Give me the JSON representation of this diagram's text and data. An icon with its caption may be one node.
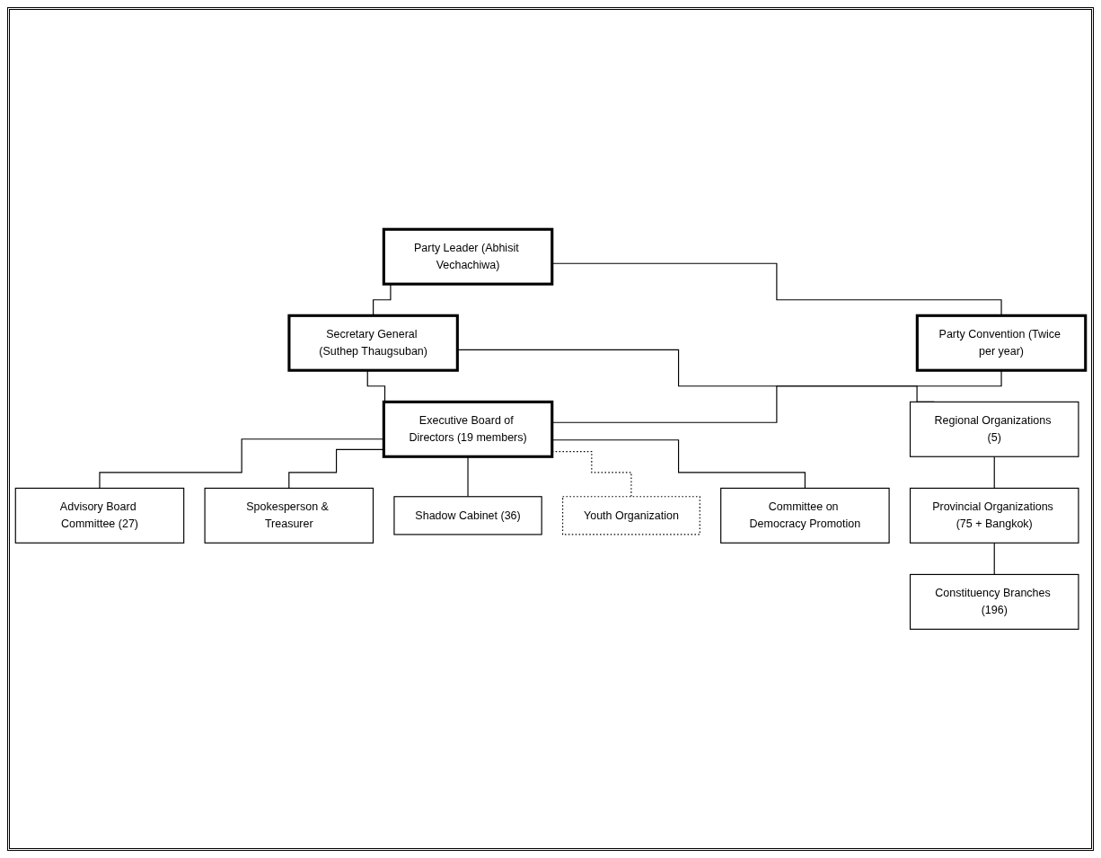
{
  "diagram": {
    "nodes": [
      {
        "text": [
          "Party Leader (Abhisit Vechachiwa)"
        ]
      },
      {
        "text": [
          "Secretary General (Suthep Thaugsuban)"
        ]
      },
      {
        "text": [
          "Party Convention (Twice per year)"
        ]
      },
      {
        "text": [
          "Executive Board of Directors (19 members)"
        ]
      },
      {
        "text": [
          "Advisory Board Committee (27)"
        ]
      },
      {
        "text": [
          "Spokesperson & Treasurer"
        ]
      },
      {
        "text": [
          "Shadow Cabinet (36)"
        ]
      },
      {
        "text": [
          "Committee on Democracy Promotion"
        ]
      },
      {
        "text": [
          "Regional Organizations (5)"
        ]
      },
      {
        "text": [
          "Provincial Organizations (75 + Bangkok)"
        ]
      },
      {
        "text": [
          "Constituency Branches (196)"
        ]
      },
      {
        "text": [
          "Youth Organization"
        ]
      }
    ],
    "edges": [
      {
        "from": 0,
        "to": 1,
        "arrow": "none"
      },
      {
        "from": 0,
        "to": 2,
        "arrow": "none"
      },
      {
        "from": 1,
        "to": 3,
        "arrow": "none"
      },
      {
        "from": 2,
        "to": 3,
        "arrow": "none"
      },
      {
        "from": 3,
        "to": 4,
        "arrow": "none"
      },
      {
        "from": 3,
        "to": 5,
        "arrow": "none"
      },
      {
        "from": 3,
        "to": 6,
        "arrow": "none"
      },
      {
        "from": 3,
        "to": 11,
        "arrow": "none",
        "style": "dashed"
      },
      {
        "from": 3,
        "to": 7,
        "arrow": "none"
      },
      {
        "from": 1,
        "to": 8,
        "arrow": "none"
      },
      {
        "from": 8,
        "to": 9,
        "arrow": "none"
      },
      {
        "from": 9,
        "to": 10,
        "arrow": "none"
      }
    ]
  }
}
